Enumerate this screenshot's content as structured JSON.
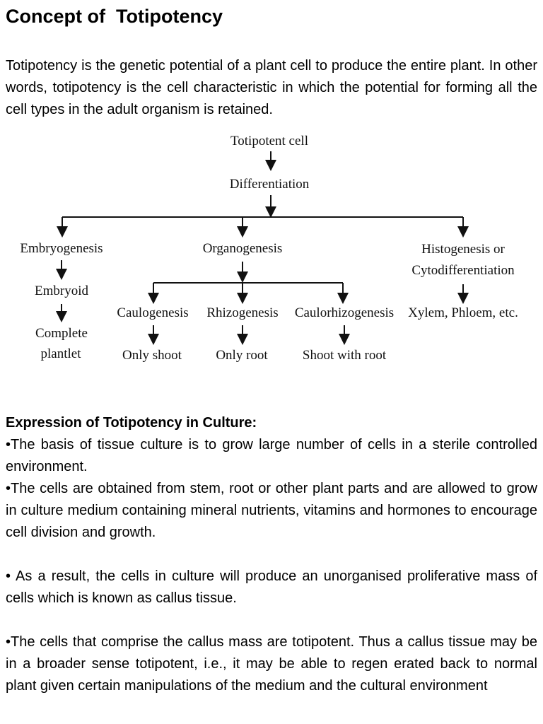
{
  "title": "Concept of  Totipotency",
  "intro": "Totipotency is the genetic potential of a plant cell to produce the entire plant. In other words, totipotency is the cell characteristic in which the potential for forming all the cell types in the adult organism is retained.",
  "diagram": {
    "root": "Totipotent cell",
    "level1": "Differentiation",
    "branch_embryo": "Embryogenesis",
    "embryoid": "Embryoid",
    "complete_1": "Complete",
    "complete_2": "plantlet",
    "branch_organo": "Organogenesis",
    "caulo": "Caulogenesis",
    "rhizo": "Rhizogenesis",
    "caulorhizo": "Caulorhizogenesis",
    "only_shoot": "Only shoot",
    "only_root": "Only root",
    "shoot_root": "Shoot with root",
    "branch_histo_1": "Histogenesis or",
    "branch_histo_2": "Cytodifferentiation",
    "xylem": "Xylem, Phloem, etc."
  },
  "expression": {
    "heading": "Expression of Totipotency in Culture:",
    "bullets": [
      "•The basis of tissue culture is to grow large number of cells in a sterile controlled environment.",
      "•The cells are obtained from stem, root or other plant parts and are allowed to grow in culture medium containing mineral nutrients, vitamins and hormones to encourage cell division and growth.",
      "• As a result, the cells in culture will produce an unorganised proliferative mass of cells which is known as callus tissue.",
      "•The cells that comprise the callus mass are totipotent. Thus a callus tissue may be in a broader sense totipotent, i.e., it may be able to regen erated back to normal plant given certain manipulations of the medium and the cultural environment"
    ]
  }
}
